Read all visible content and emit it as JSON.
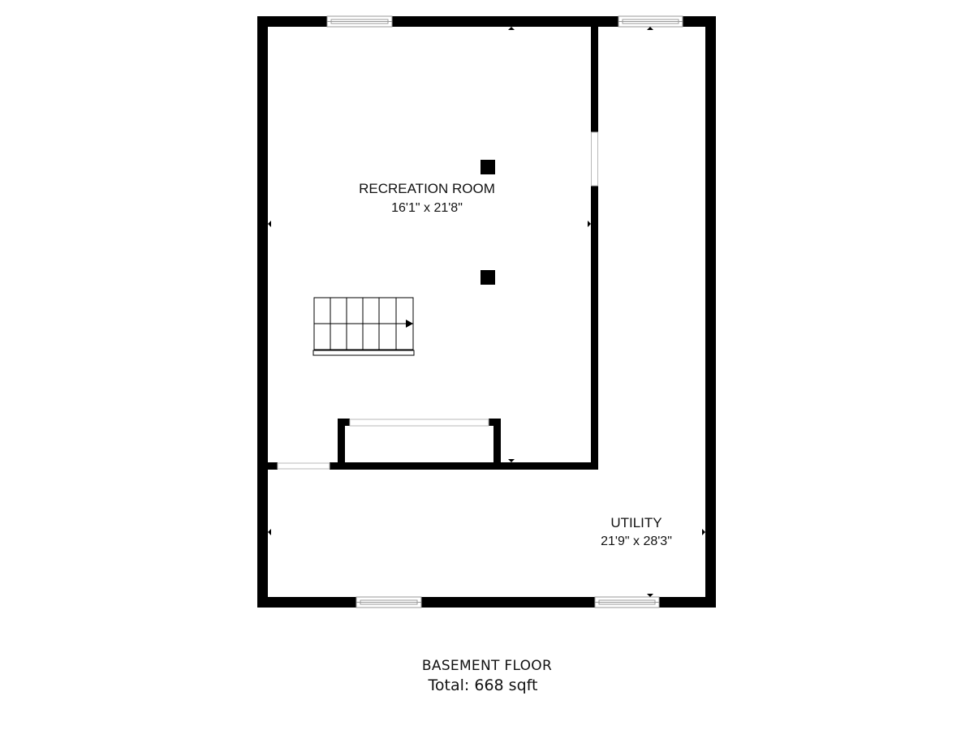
{
  "floor": {
    "name": "BASEMENT FLOOR",
    "total": "Total: 668 sqft"
  },
  "rooms": [
    {
      "name": "RECREATION ROOM",
      "dimensions": "16'1\" x 21'8\""
    },
    {
      "name": "UTILITY",
      "dimensions": "21'9\" x 28'3\""
    }
  ],
  "colors": {
    "wall": "#000000",
    "background": "#ffffff",
    "window_frame": "#9a9a9a"
  }
}
